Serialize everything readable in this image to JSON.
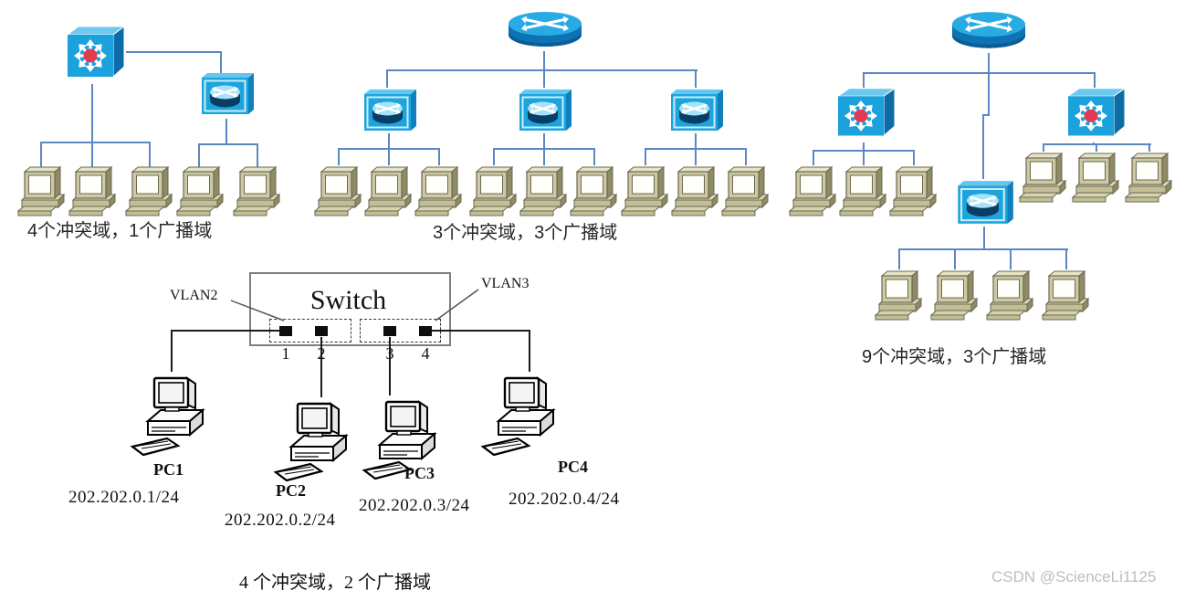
{
  "watermark": "CSDN @ScienceLi1125",
  "colors": {
    "wire_blue": "#5b87c2",
    "wire_black": "#1b1b1b",
    "device_blue": "#1ba1dc",
    "device_blue_dark": "#0d6ba6",
    "device_blue_light": "#6ec9ef",
    "switch_red_dot": "#e23a50",
    "pc_body": "#cdc9a4",
    "caption_text": "#262626"
  },
  "topology_switch_hub": {
    "caption": "4个冲突域，1个广播域",
    "devices": [
      "multilayer-switch",
      "hub"
    ],
    "pc_count": 5
  },
  "topology_router_hubs": {
    "caption": "3个冲突域，3个广播域",
    "devices": [
      "router",
      "hub",
      "hub",
      "hub"
    ],
    "pc_count": 9
  },
  "topology_router_switches_hub": {
    "caption": "9个冲突域，3个广播域",
    "devices": [
      "router",
      "multilayer-switch",
      "multilayer-switch",
      "hub"
    ],
    "pc_count": 10
  },
  "vlan_switch": {
    "title": "Switch",
    "vlan2": "VLAN2",
    "vlan3": "VLAN3",
    "ports": [
      "1",
      "2",
      "3",
      "4"
    ],
    "pcs": [
      {
        "name": "PC1",
        "ip": "202.202.0.1/24"
      },
      {
        "name": "PC2",
        "ip": "202.202.0.2/24"
      },
      {
        "name": "PC3",
        "ip": "202.202.0.3/24"
      },
      {
        "name": "PC4",
        "ip": "202.202.0.4/24"
      }
    ],
    "caption": "4 个冲突域，2 个广播域"
  }
}
